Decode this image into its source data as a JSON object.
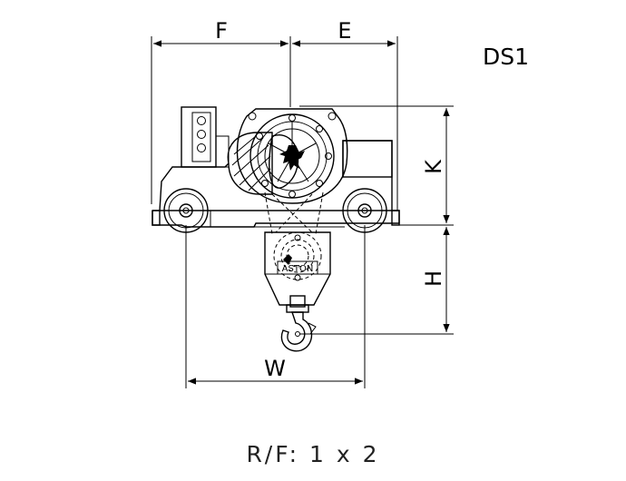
{
  "model": "DS1",
  "ratio": "R/F: 1 x 2",
  "brand": "ASTON",
  "dimensions": {
    "F": "F",
    "E": "E",
    "K": "K",
    "H": "H",
    "W": "W"
  }
}
